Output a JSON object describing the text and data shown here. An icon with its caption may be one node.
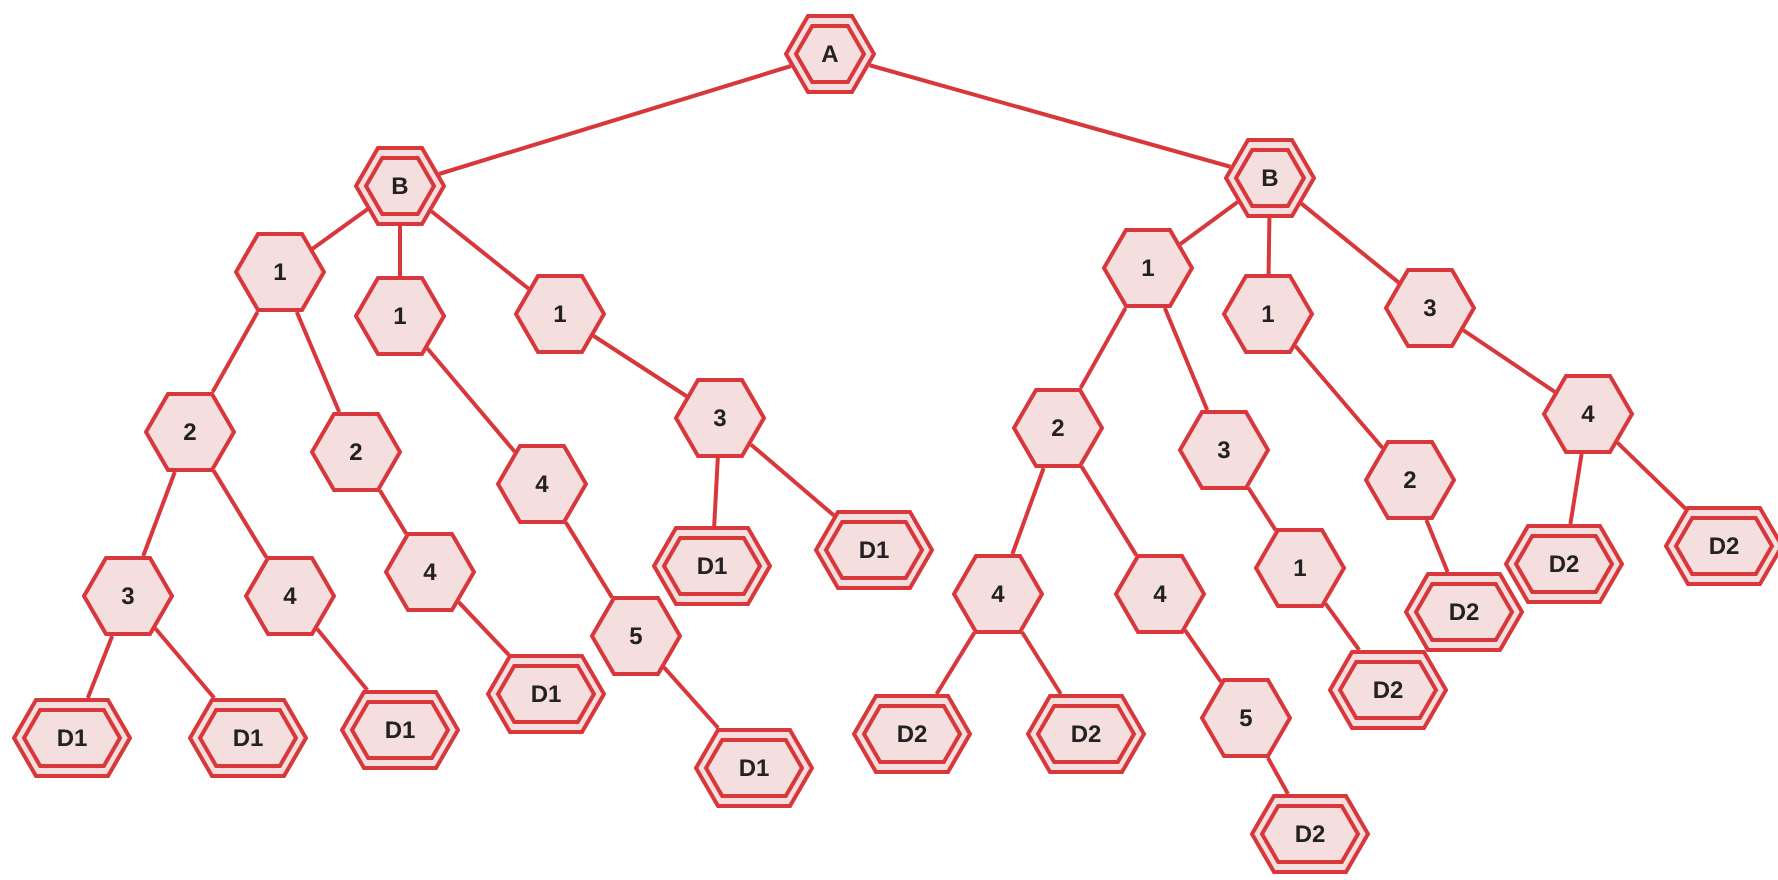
{
  "diagram": {
    "nodes": [
      {
        "text": [
          "A"
        ]
      },
      {
        "text": [
          "B"
        ]
      },
      {
        "text": [
          "1"
        ]
      },
      {
        "text": [
          "1"
        ]
      },
      {
        "text": [
          "1"
        ]
      },
      {
        "text": [
          "2"
        ]
      },
      {
        "text": [
          "2"
        ]
      },
      {
        "text": [
          "4"
        ]
      },
      {
        "text": [
          "3"
        ]
      },
      {
        "text": [
          "3"
        ]
      },
      {
        "text": [
          "4"
        ]
      },
      {
        "text": [
          "4"
        ]
      },
      {
        "text": [
          "5"
        ]
      },
      {
        "text": [
          "D1"
        ]
      },
      {
        "text": [
          "D1"
        ]
      },
      {
        "text": [
          "D1"
        ]
      },
      {
        "text": [
          "D1"
        ]
      },
      {
        "text": [
          "D1"
        ]
      },
      {
        "text": [
          "D1"
        ]
      },
      {
        "text": [
          "D1"
        ]
      },
      {
        "text": [
          "B"
        ]
      },
      {
        "text": [
          "1"
        ]
      },
      {
        "text": [
          "1"
        ]
      },
      {
        "text": [
          "3"
        ]
      },
      {
        "text": [
          "2"
        ]
      },
      {
        "text": [
          "3"
        ]
      },
      {
        "text": [
          "2"
        ]
      },
      {
        "text": [
          "4"
        ]
      },
      {
        "text": [
          "4"
        ]
      },
      {
        "text": [
          "4"
        ]
      },
      {
        "text": [
          "1"
        ]
      },
      {
        "text": [
          "D2"
        ]
      },
      {
        "text": [
          "D2"
        ]
      },
      {
        "text": [
          "D2"
        ]
      },
      {
        "text": [
          "D2"
        ]
      },
      {
        "text": [
          "D2"
        ]
      },
      {
        "text": [
          "5"
        ]
      },
      {
        "text": [
          "D2"
        ]
      },
      {
        "text": [
          "D2"
        ]
      }
    ],
    "edges": [
      {
        "from": 0,
        "to": 1,
        "arrow": "none"
      },
      {
        "from": 1,
        "to": 2,
        "arrow": "none"
      },
      {
        "from": 1,
        "to": 3,
        "arrow": "none"
      },
      {
        "from": 1,
        "to": 4,
        "arrow": "none"
      },
      {
        "from": 2,
        "to": 5,
        "arrow": "none"
      },
      {
        "from": 2,
        "to": 6,
        "arrow": "none"
      },
      {
        "from": 3,
        "to": 7,
        "arrow": "none"
      },
      {
        "from": 4,
        "to": 8,
        "arrow": "none"
      },
      {
        "from": 5,
        "to": 9,
        "arrow": "none"
      },
      {
        "from": 5,
        "to": 10,
        "arrow": "none"
      },
      {
        "from": 6,
        "to": 11,
        "arrow": "none"
      },
      {
        "from": 7,
        "to": 12,
        "arrow": "none"
      },
      {
        "from": 8,
        "to": 13,
        "arrow": "none"
      },
      {
        "from": 8,
        "to": 14,
        "arrow": "none"
      },
      {
        "from": 9,
        "to": 15,
        "arrow": "none"
      },
      {
        "from": 9,
        "to": 16,
        "arrow": "none"
      },
      {
        "from": 10,
        "to": 17,
        "arrow": "none"
      },
      {
        "from": 11,
        "to": 18,
        "arrow": "none"
      },
      {
        "from": 12,
        "to": 19,
        "arrow": "none"
      },
      {
        "from": 0,
        "to": 20,
        "arrow": "none"
      },
      {
        "from": 20,
        "to": 21,
        "arrow": "none"
      },
      {
        "from": 20,
        "to": 22,
        "arrow": "none"
      },
      {
        "from": 20,
        "to": 23,
        "arrow": "none"
      },
      {
        "from": 21,
        "to": 24,
        "arrow": "none"
      },
      {
        "from": 21,
        "to": 25,
        "arrow": "none"
      },
      {
        "from": 22,
        "to": 26,
        "arrow": "none"
      },
      {
        "from": 23,
        "to": 27,
        "arrow": "none"
      },
      {
        "from": 24,
        "to": 28,
        "arrow": "none"
      },
      {
        "from": 24,
        "to": 29,
        "arrow": "none"
      },
      {
        "from": 25,
        "to": 30,
        "arrow": "none"
      },
      {
        "from": 26,
        "to": 31,
        "arrow": "none"
      },
      {
        "from": 27,
        "to": 32,
        "arrow": "none"
      },
      {
        "from": 27,
        "to": 33,
        "arrow": "none"
      },
      {
        "from": 28,
        "to": 34,
        "arrow": "none"
      },
      {
        "from": 28,
        "to": 35,
        "arrow": "none"
      },
      {
        "from": 29,
        "to": 36,
        "arrow": "none"
      },
      {
        "from": 30,
        "to": 37,
        "arrow": "none"
      },
      {
        "from": 36,
        "to": 38,
        "arrow": "none"
      }
    ]
  }
}
